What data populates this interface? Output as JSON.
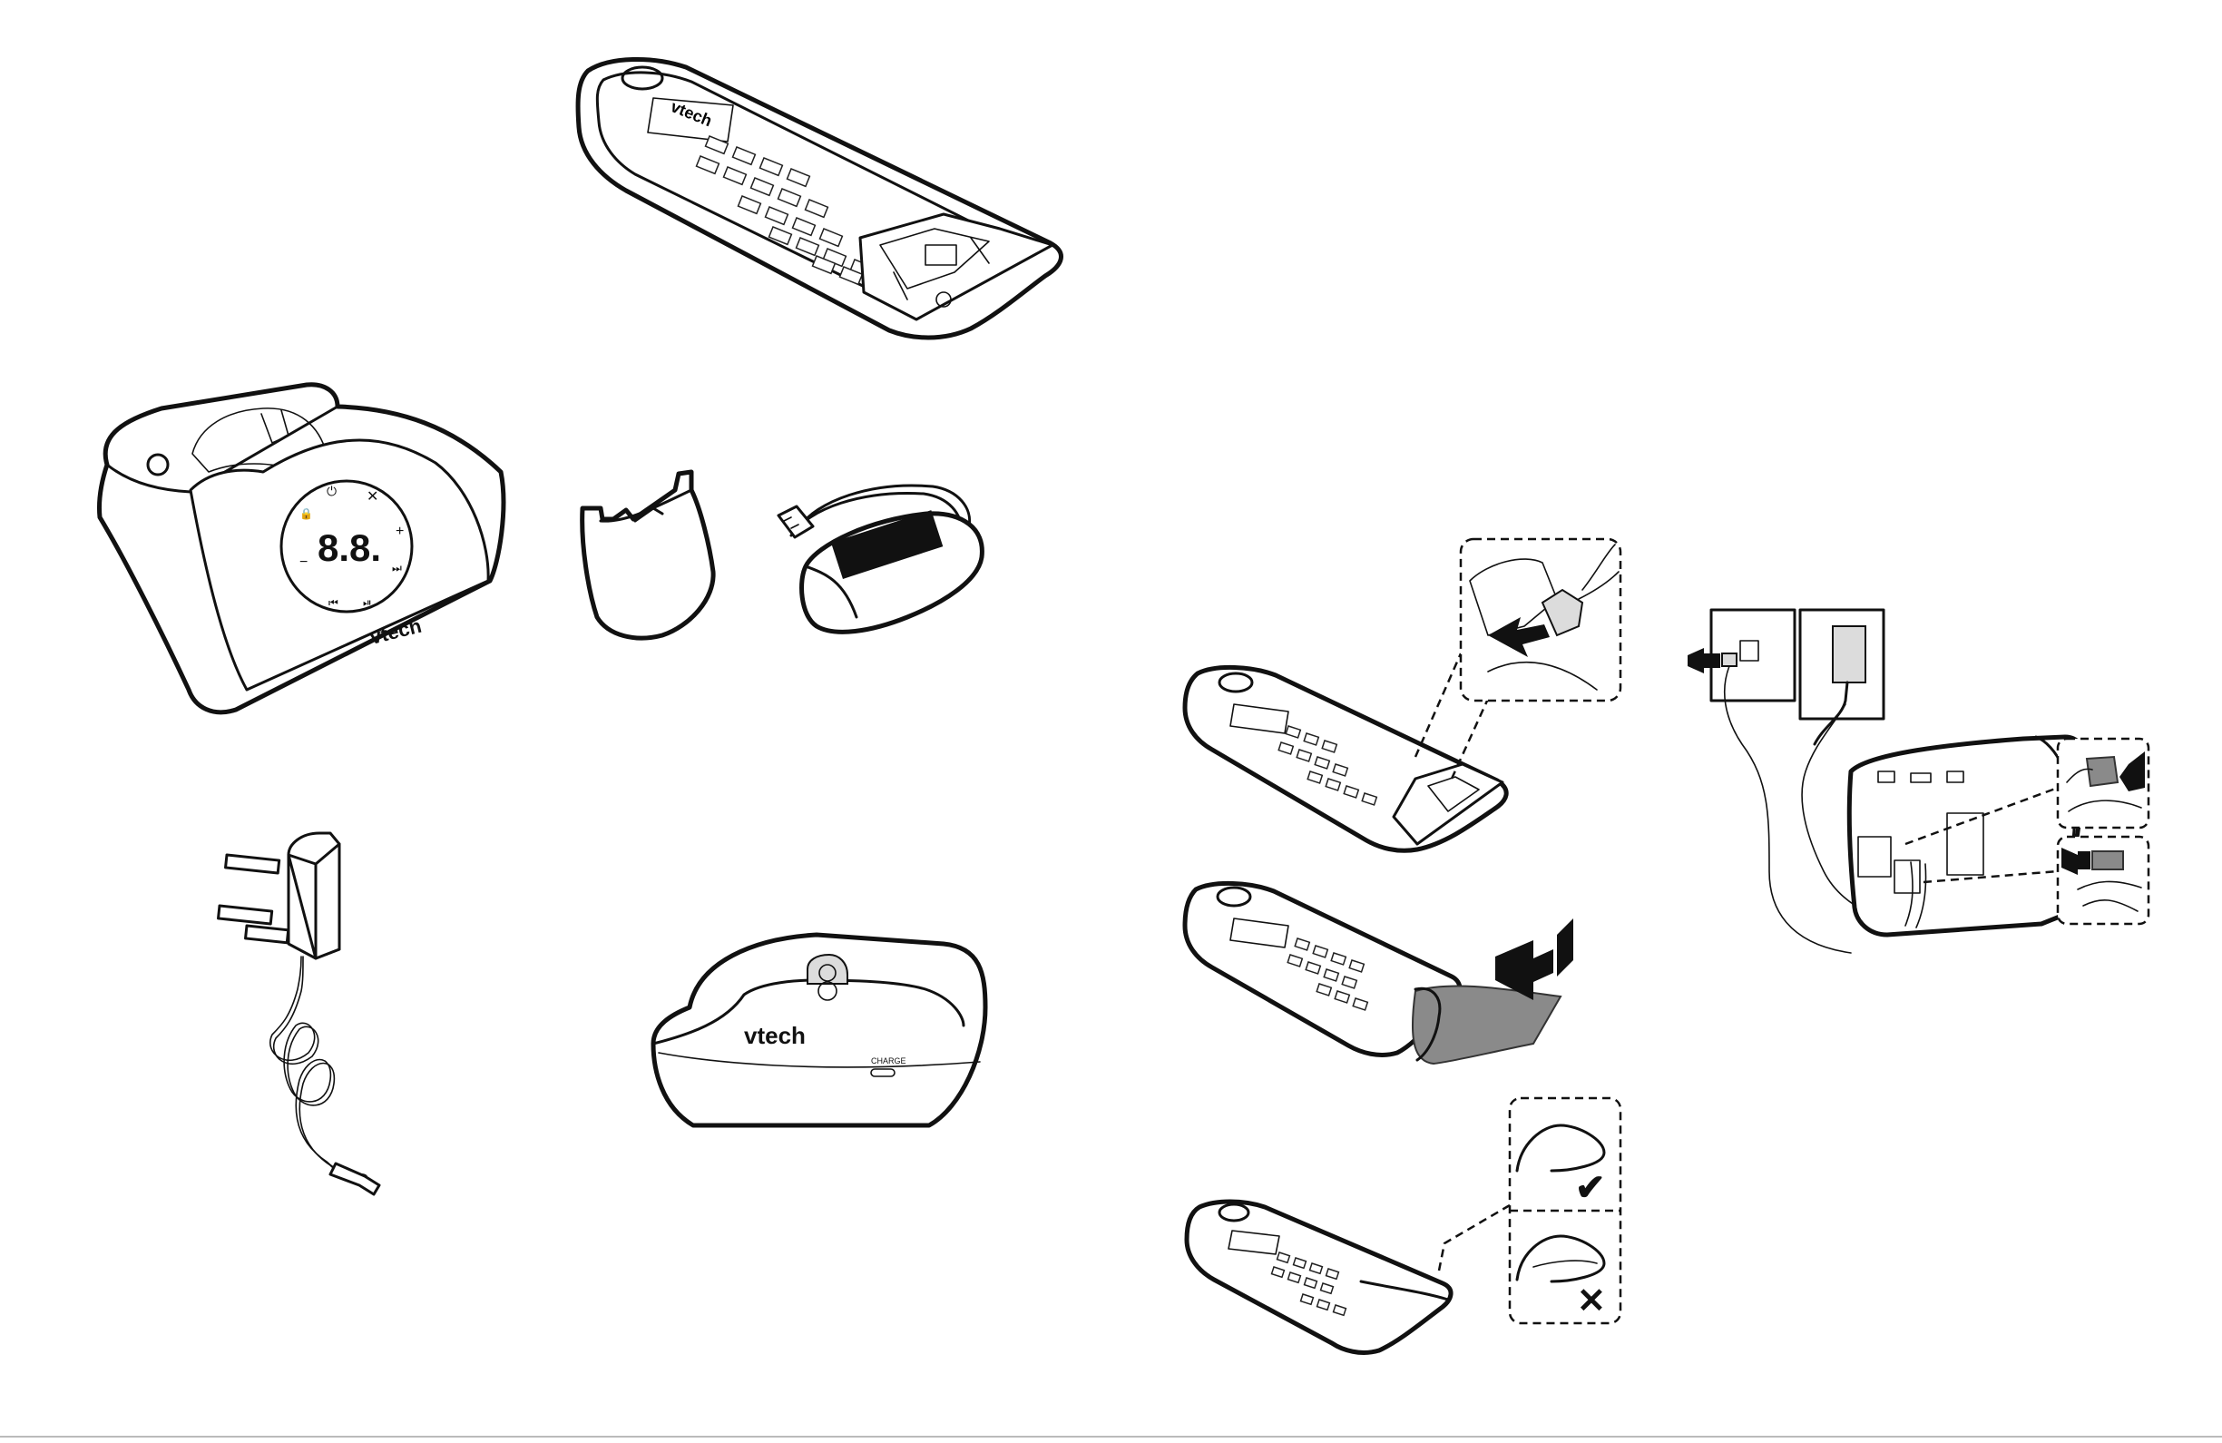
{
  "page": {
    "title": ""
  },
  "brand": {
    "logo_text": "vtech",
    "charge_label": "CHARGE",
    "display_digits": "8.8."
  },
  "items": {
    "handset": "handset-illustration",
    "main_base": "answering-base-illustration",
    "battery_cover": "battery-cover-illustration",
    "battery_pack": "battery-pack-illustration",
    "power_adapter": "power-adapter-illustration",
    "charger": "charger-illustration"
  },
  "steps": {
    "connect_battery": "connect-battery-step",
    "slide_cover": "slide-cover-step",
    "check_cover": "check-cover-step",
    "connect_base": "connect-base-step"
  },
  "marks": {
    "correct": "✔",
    "incorrect": "✕"
  },
  "colors": {
    "line": "#111111",
    "shade": "#dcdcdc",
    "bar": "#111111"
  }
}
